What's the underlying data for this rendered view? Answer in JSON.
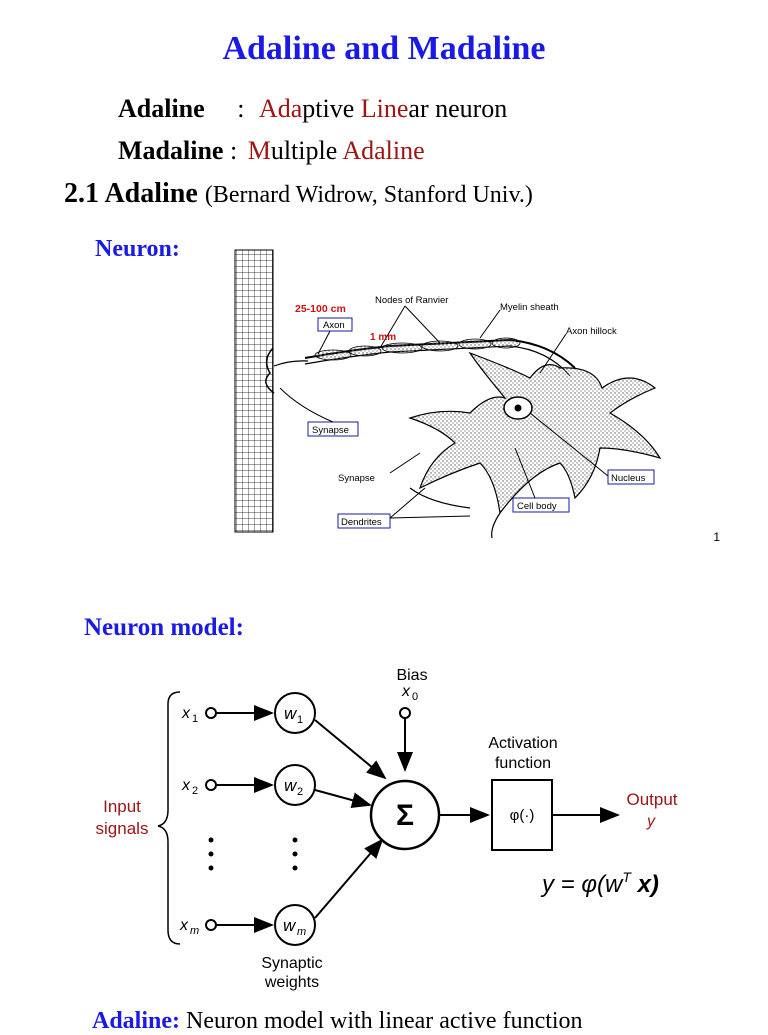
{
  "title": "Adaline and Madaline",
  "definitions": {
    "adaline": {
      "term": "Adaline",
      "sep": ":",
      "p1": "Ada",
      "p2": "ptive ",
      "p3": "Line",
      "p4": "ar neuron"
    },
    "madaline": {
      "term": "Madaline",
      "sep": ":",
      "p1": "M",
      "p2": "ultiple ",
      "p3": "Adaline"
    }
  },
  "section": {
    "number": "2.1 Adaline",
    "note": "(Bernard Widrow, Stanford Univ.)"
  },
  "neuron_label": "Neuron:",
  "neuron_figure": {
    "dist_long": "25-100 cm",
    "axon": "Axon",
    "nodes": "Nodes of Ranvier",
    "myelin": "Myelin sheath",
    "dist_short": "1 mm",
    "hillock": "Axon hillock",
    "synapse_box": "Synapse",
    "synapse": "Synapse",
    "nucleus": "Nucleus",
    "cell_body": "Cell body",
    "dendrites": "Dendrites"
  },
  "page_number": "1",
  "model_label": "Neuron model:",
  "model_figure": {
    "bias": "Bias",
    "x0": "x",
    "x0_sub": "0",
    "x1": "x",
    "x1_sub": "1",
    "x2": "x",
    "x2_sub": "2",
    "xm": "x",
    "xm_sub": "m",
    "w1": "w",
    "w1_sub": "1",
    "w2": "w",
    "w2_sub": "2",
    "wm": "w",
    "wm_sub": "m",
    "input_l1": "Input",
    "input_l2": "signals",
    "sigma": "Σ",
    "act_l1": "Activation",
    "act_l2": "function",
    "phi": "φ(·)",
    "out_l1": "Output",
    "out_y": "y",
    "syn_l1": "Synaptic",
    "syn_l2": "weights",
    "equation": "y = φ(w",
    "equation_sup": "T",
    "equation_end": " x)"
  },
  "bottom": {
    "label": "Adaline:",
    "text": " Neuron model with linear active function"
  }
}
